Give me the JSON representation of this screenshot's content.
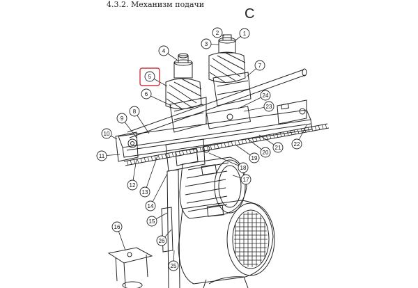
{
  "caption": "4.3.2. Механизм подачи",
  "view_letter": "С",
  "highlight_color": "#d0353f",
  "callouts": [
    {
      "label": "1"
    },
    {
      "label": "2"
    },
    {
      "label": "3"
    },
    {
      "label": "4"
    },
    {
      "label": "5"
    },
    {
      "label": "6"
    },
    {
      "label": "7"
    },
    {
      "label": "8"
    },
    {
      "label": "9"
    },
    {
      "label": "10"
    },
    {
      "label": "11"
    },
    {
      "label": "12"
    },
    {
      "label": "13"
    },
    {
      "label": "14"
    },
    {
      "label": "15"
    },
    {
      "label": "16"
    },
    {
      "label": "17"
    },
    {
      "label": "18"
    },
    {
      "label": "19"
    },
    {
      "label": "20"
    },
    {
      "label": "21"
    },
    {
      "label": "22"
    },
    {
      "label": "23"
    },
    {
      "label": "24"
    },
    {
      "label": "25"
    },
    {
      "label": "26"
    }
  ]
}
